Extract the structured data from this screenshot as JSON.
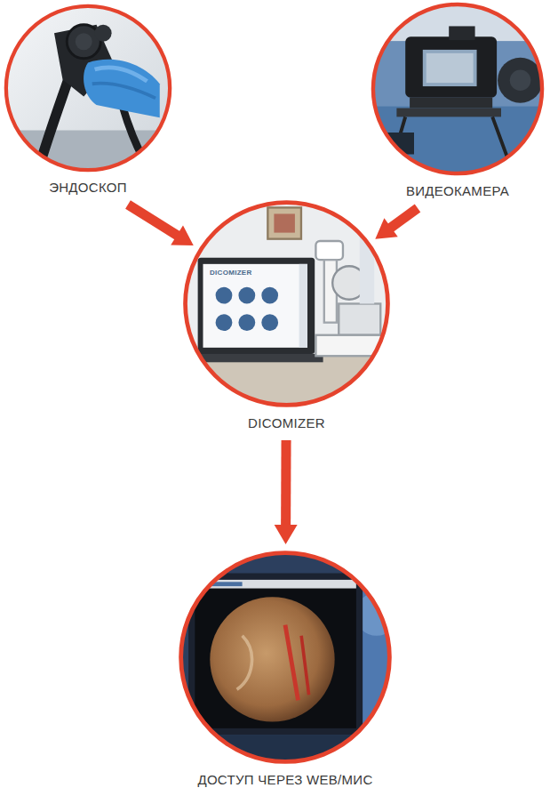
{
  "diagram": {
    "nodes": [
      {
        "text": [
          "ЭНДОСКОП"
        ]
      },
      {
        "text": [
          "ВИДЕОКАМЕРА"
        ]
      },
      {
        "text": [
          "DICOMIZER"
        ]
      },
      {
        "text": [
          "ДОСТУП ЧЕРЕЗ WEB/МИС"
        ]
      }
    ],
    "edges": [
      {
        "from": 0,
        "to": 2,
        "arrow": "to"
      },
      {
        "from": 1,
        "to": 2,
        "arrow": "to"
      },
      {
        "from": 2,
        "to": 3,
        "arrow": "to"
      }
    ],
    "labels": [
      "DICOMIZER"
    ]
  }
}
